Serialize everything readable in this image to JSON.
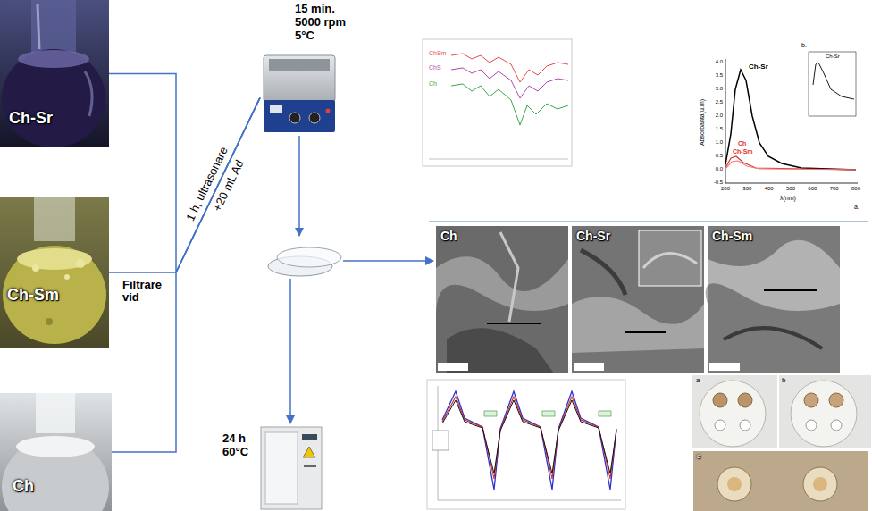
{
  "diagram": {
    "nodes": [
      {
        "text": [
          "Ch-Sr"
        ]
      },
      {
        "text": [
          "Ch-Sm"
        ]
      },
      {
        "text": [
          "Ch"
        ]
      },
      {
        "text": [
          "15 min. 5000 rpm 5°C"
        ]
      },
      {
        "text": [
          "24 h 60°C"
        ]
      },
      {
        "text": [
          "Ch"
        ]
      },
      {
        "text": [
          "Ch-Sr"
        ]
      },
      {
        "text": [
          "Ch-Sm"
        ]
      }
    ],
    "edges": [
      {
        "from": 0,
        "to": 3,
        "arrow": "none"
      },
      {
        "from": 1,
        "to": 3,
        "arrow": "none"
      },
      {
        "from": 2,
        "to": 3,
        "arrow": "none"
      }
    ],
    "labels": [
      "Filtrare vid",
      "1 h, ultrasonare",
      "+20 mL Ad",
      "ChSm",
      "ChS",
      "Ch",
      "Absorbanta(u.m)",
      "λ(nm)",
      "Ch-Sr",
      "Ch",
      "Ch-Sm",
      "b.",
      "Ch-Sr",
      "a.",
      "4.0",
      "3.5",
      "3.0",
      "2.5",
      "2.0",
      "1.5",
      "1.0",
      "0.5",
      "0.0",
      "-0.5",
      "200",
      "300",
      "400",
      "500",
      "600",
      "700",
      "800",
      "a",
      "b",
      "c"
    ]
  }
}
